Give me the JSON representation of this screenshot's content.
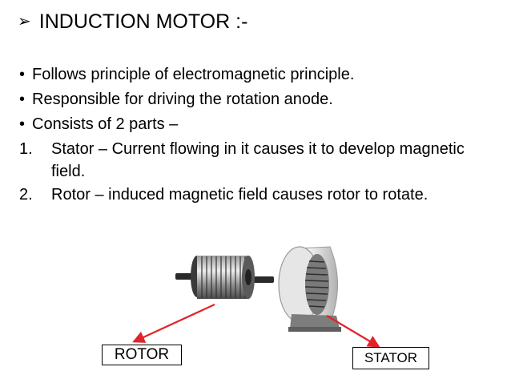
{
  "slide": {
    "title": "INDUCTION MOTOR :-",
    "bullets": [
      "Follows principle of electromagnetic principle.",
      "Responsible for driving the rotation anode.",
      "Consists of 2 parts –"
    ],
    "numbered": [
      {
        "num": "1.",
        "text": "Stator – Current flowing in it causes it to develop magnetic field."
      },
      {
        "num": "2.",
        "text": "Rotor – induced magnetic field causes rotor to rotate."
      }
    ],
    "labels": {
      "rotor": "ROTOR",
      "stator": "STATOR"
    },
    "icons": {
      "title_bullet": "arrowhead-bullet-icon",
      "bullet": "dot-bullet-icon"
    },
    "colors": {
      "arrow": "#e0242a",
      "text": "#000000",
      "motor_body": "#d8d8d8"
    }
  }
}
